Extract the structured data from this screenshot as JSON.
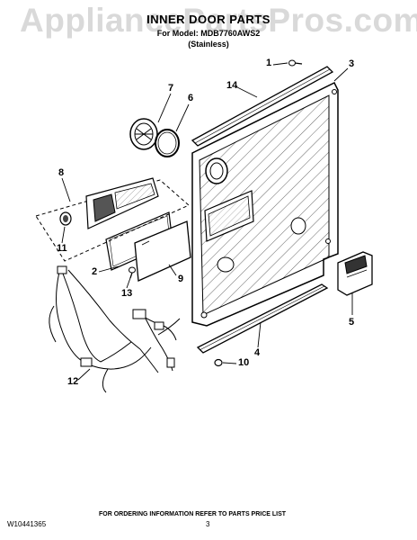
{
  "watermark": "AppliancePartsPros.com",
  "header": {
    "title": "INNER DOOR PARTS",
    "model": "For Model: MDB7760AWS2",
    "finish": "(Stainless)"
  },
  "callouts": {
    "c1": "1",
    "c2": "2",
    "c3": "3",
    "c4": "4",
    "c5": "5",
    "c6": "6",
    "c7": "7",
    "c8": "8",
    "c9": "9",
    "c10": "10",
    "c11": "11",
    "c12": "12",
    "c13": "13",
    "c14": "14"
  },
  "footer": {
    "note": "FOR ORDERING INFORMATION REFER TO PARTS PRICE LIST",
    "doc_id": "W10441365",
    "page": "3"
  }
}
